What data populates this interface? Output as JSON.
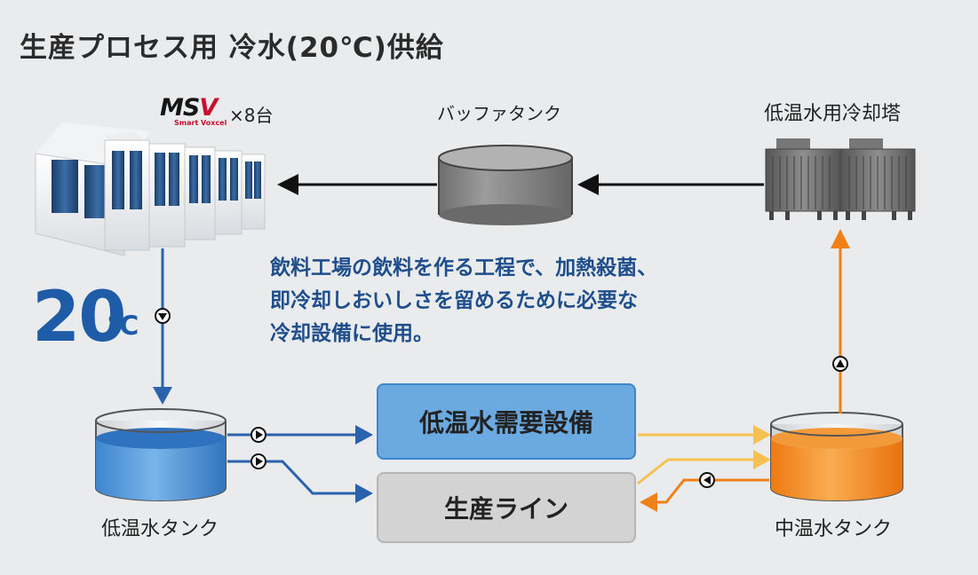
{
  "title": "生産プロセス用 冷水(20℃)供給",
  "chiller": {
    "brand": "MSV",
    "brand_sub": "Smart Voxcel",
    "count": "×8台"
  },
  "buffer_tank": {
    "label": "バッファタンク"
  },
  "cooling_tower": {
    "label": "低温水用冷却塔"
  },
  "temperature": {
    "value": "20",
    "unit": "℃"
  },
  "description": [
    "飲料工場の飲料を作る工程で、加熱殺菌、",
    "即冷却しおいしさを留めるために必要な",
    "冷却設備に使用。"
  ],
  "low_tank": {
    "label": "低温水タンク"
  },
  "mid_tank": {
    "label": "中温水タンク"
  },
  "demand_box": {
    "label": "低温水需要設備"
  },
  "production_box": {
    "label": "生産ライン"
  },
  "colors": {
    "cold": "#2a62ad",
    "warm": "#f6c150",
    "hot": "#ef8118",
    "box_blue": "#6aaae0",
    "box_gray": "#d3d3d3",
    "text_accent": "#1f4e8c"
  },
  "icons": [
    "pump-icon",
    "arrow-head-icon",
    "chiller-unit-icon",
    "cooling-tower-icon",
    "tank-icon"
  ]
}
